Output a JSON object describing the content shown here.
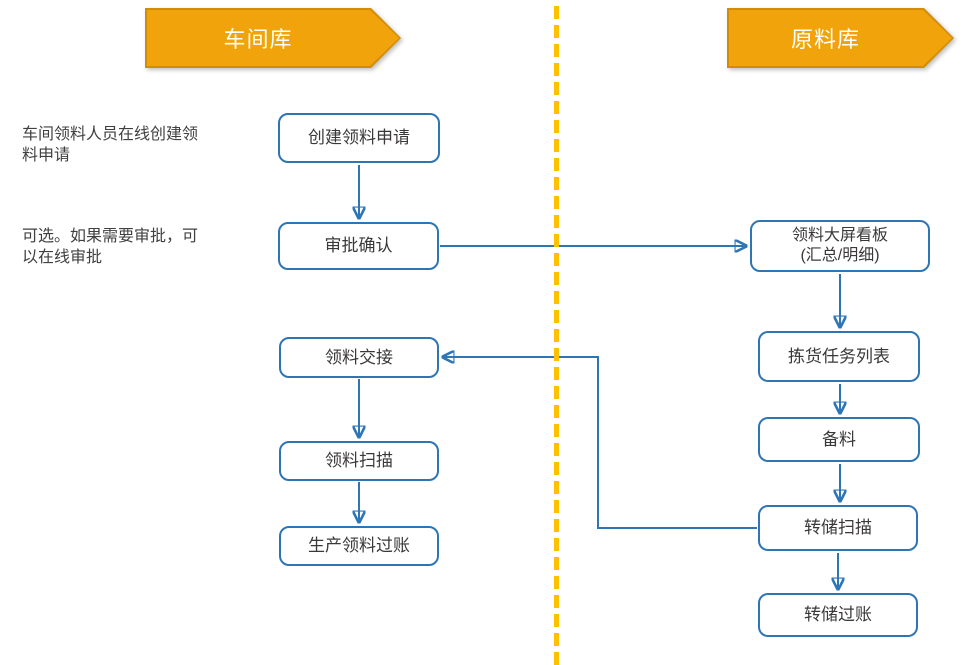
{
  "lanes": {
    "left": {
      "title": "车间库"
    },
    "right": {
      "title": "原料库"
    }
  },
  "notes": [
    {
      "text": "车间领料人员在线创建领\n料申请"
    },
    {
      "text": "可选。如果需要审批，可\n以在线审批"
    }
  ],
  "left_flow": [
    {
      "label": "创建领料申请"
    },
    {
      "label": "审批确认"
    },
    {
      "label": "领料交接"
    },
    {
      "label": "领料扫描"
    },
    {
      "label": "生产领料过账"
    }
  ],
  "right_flow": [
    {
      "label": "领料大屏看板\n(汇总/明细)"
    },
    {
      "label": "拣货任务列表"
    },
    {
      "label": "备料"
    },
    {
      "label": "转储扫描"
    },
    {
      "label": "转储过账"
    }
  ],
  "colors": {
    "connector_blue": "#2E75B6",
    "banner_orange": "#F0A30A",
    "banner_border": "#D28C06",
    "divider_yellow": "#FFC000",
    "text_dark": "#3B3838"
  }
}
